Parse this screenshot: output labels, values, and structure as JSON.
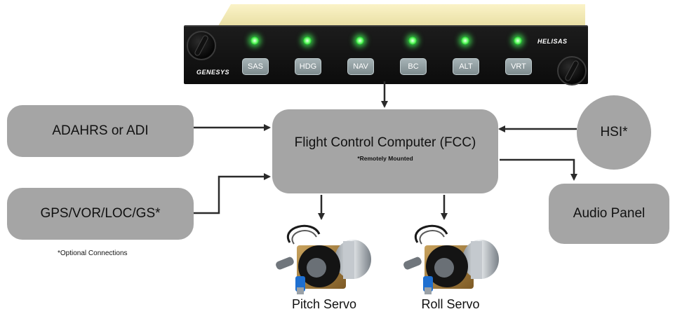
{
  "panel": {
    "brand_left": "GENESYS",
    "brand_right": "HELISAS",
    "mode_buttons": [
      "SAS",
      "HDG",
      "NAV",
      "BC",
      "ALT",
      "VRT"
    ]
  },
  "nodes": {
    "adahrs": "ADAHRS or ADI",
    "gps": "GPS/VOR/LOC/GS*",
    "fcc": "Flight Control Computer (FCC)",
    "fcc_note": "*Remotely Mounted",
    "hsi": "HSI*",
    "audio": "Audio Panel",
    "pitch_servo": "Pitch Servo",
    "roll_servo": "Roll Servo"
  },
  "note": "*Optional Connections",
  "colors": {
    "box_fill": "#a5a5a5",
    "arrow": "#2a2a2a",
    "led_green": "#3dff4a",
    "panel_black": "#111111",
    "panel_top": "#f3ebb6"
  }
}
